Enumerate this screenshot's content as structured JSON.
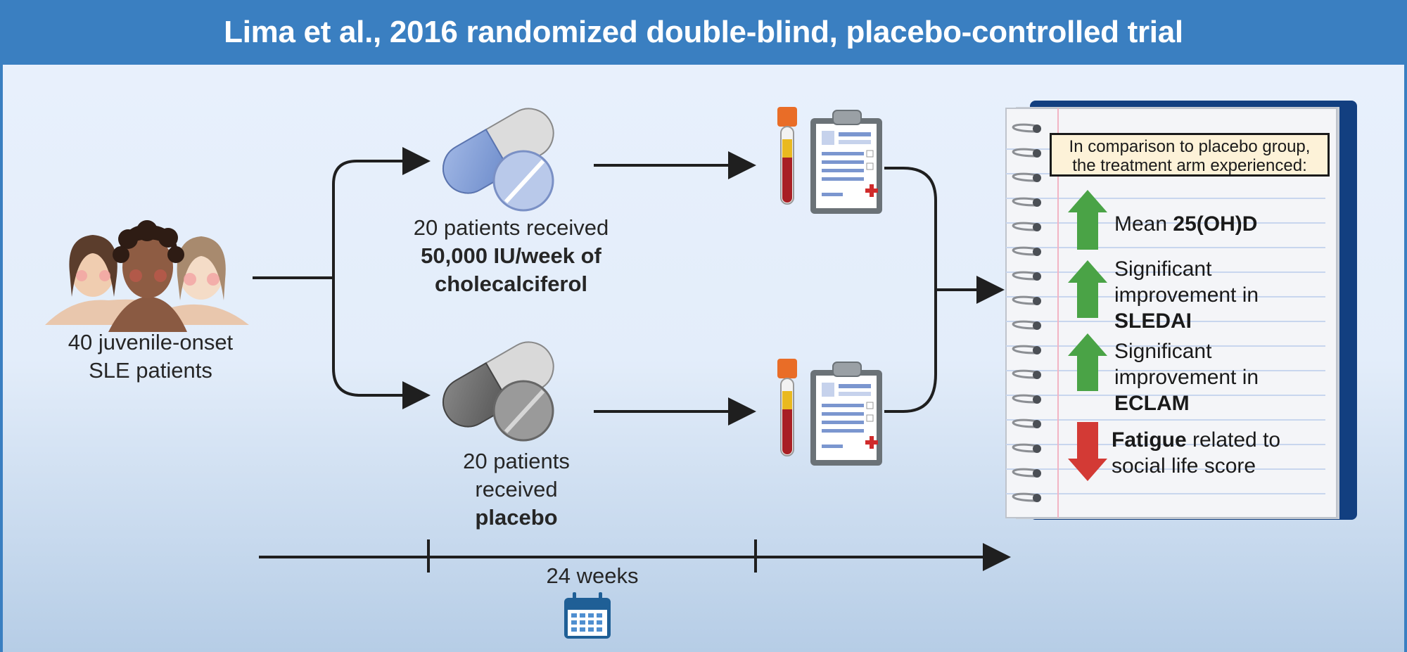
{
  "title": "Lima et al., 2016 randomized double-blind, placebo-controlled trial",
  "cohort": {
    "line1": "40 juvenile-onset",
    "line2": "SLE patients"
  },
  "treatment_arm": {
    "line1": "20 patients received",
    "line2": "50,000 IU/week of",
    "line3": "cholecalciferol"
  },
  "placebo_arm": {
    "line1": "20 patients",
    "line2": "received",
    "line3": "placebo"
  },
  "timeline": {
    "duration": "24 weeks"
  },
  "results": {
    "heading_line1": "In comparison to placebo group,",
    "heading_line2": "the treatment arm experienced:",
    "items": [
      {
        "direction": "up",
        "pre": "Mean ",
        "bold": "25(OH)D",
        "post": ""
      },
      {
        "direction": "up",
        "pre": "Significant improvement in",
        "bold": "SLEDAI",
        "post": ""
      },
      {
        "direction": "up",
        "pre": "Significant improvement in",
        "bold": "ECLAM",
        "post": ""
      },
      {
        "direction": "down",
        "pre": "",
        "bold": "Fatigue",
        "post": " related to social life score"
      }
    ]
  },
  "colors": {
    "header": "#3a7fc1",
    "up_arrow": "#4aa346",
    "down_arrow": "#d33a35",
    "notebook_cover": "#123f80",
    "note_heading_bg": "#fdf2d8"
  },
  "icons": [
    "patients-icon",
    "vitamin-d-pill-icon",
    "placebo-pill-icon",
    "blood-tube-icon",
    "clipboard-icon",
    "notebook-icon",
    "calendar-icon"
  ]
}
